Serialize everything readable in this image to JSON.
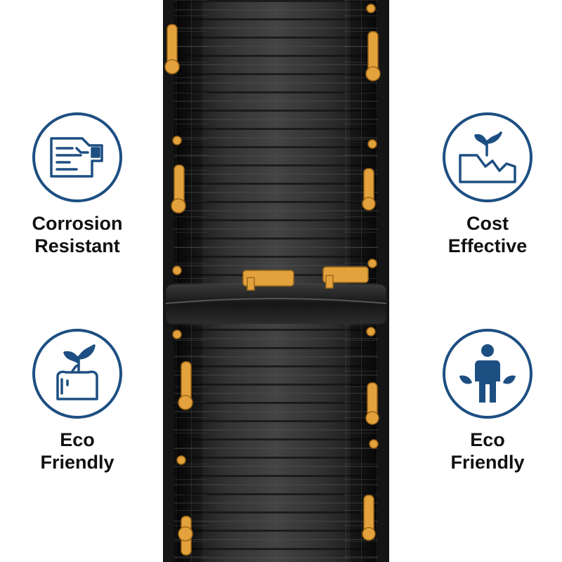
{
  "colors": {
    "icon_blue": "#1d4f82",
    "column_black": "#1b1b1b",
    "clamp_orange": "#e3a23c",
    "label_text": "#111111"
  },
  "features": [
    {
      "icon": "corrosion-resistant-icon",
      "line1": "Corrosion",
      "line2": "Resistant"
    },
    {
      "icon": "cost-effective-icon",
      "line1": "Cost",
      "line2": "Effective"
    },
    {
      "icon": "eco-friendly-plant-icon",
      "line1": "Eco",
      "line2": "Friendly"
    },
    {
      "icon": "eco-friendly-person-icon",
      "line1": "Eco",
      "line2": "Friendly"
    }
  ]
}
